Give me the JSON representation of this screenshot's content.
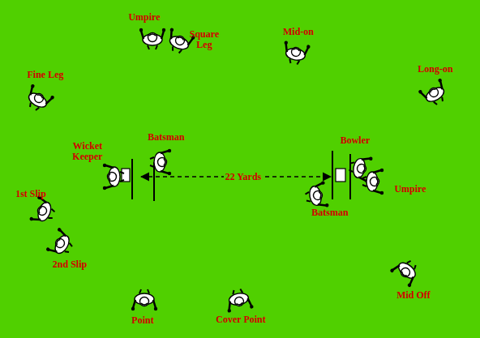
{
  "diagram": {
    "labels": [
      "Umpire",
      "Square Leg",
      "Mid-on",
      "Long-on",
      "Fine Leg",
      "Wicket Keeper",
      "Batsman",
      "Bowler",
      "22 Yards",
      "Umpire",
      "Batsman",
      "1st Slip",
      "2nd Slip",
      "Point",
      "Cover Point",
      "Mid Off"
    ]
  }
}
